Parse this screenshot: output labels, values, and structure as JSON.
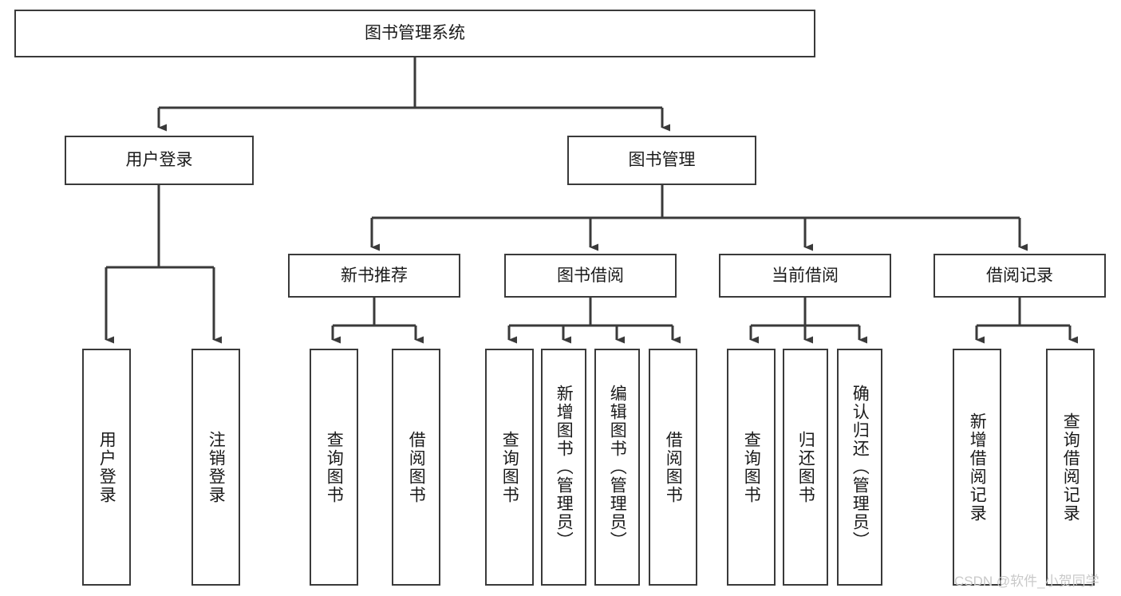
{
  "diagram": {
    "type": "tree-hierarchy-chart",
    "orientation": "top-down",
    "root": {
      "id": "root",
      "label": "图书管理系统"
    },
    "level2": [
      {
        "id": "user-login",
        "label": "用户登录"
      },
      {
        "id": "book-manage",
        "label": "图书管理"
      }
    ],
    "level3": [
      {
        "id": "new-book-recommend",
        "label": "新书推荐",
        "parent": "book-manage"
      },
      {
        "id": "book-borrow",
        "label": "图书借阅",
        "parent": "book-manage"
      },
      {
        "id": "current-borrow",
        "label": "当前借阅",
        "parent": "book-manage"
      },
      {
        "id": "borrow-record",
        "label": "借阅记录",
        "parent": "book-manage"
      }
    ],
    "leaves": [
      {
        "id": "leaf-user-login",
        "label": "用户登录",
        "parent": "user-login"
      },
      {
        "id": "leaf-logout-login",
        "label": "注销登录",
        "parent": "user-login"
      },
      {
        "id": "leaf-query-book-1",
        "label": "查询图书",
        "parent": "new-book-recommend"
      },
      {
        "id": "leaf-borrow-book-1",
        "label": "借阅图书",
        "parent": "new-book-recommend"
      },
      {
        "id": "leaf-query-book-2",
        "label": "查询图书",
        "parent": "book-borrow"
      },
      {
        "id": "leaf-add-book",
        "label": "新增图书（管理员）",
        "parent": "book-borrow"
      },
      {
        "id": "leaf-edit-book",
        "label": "编辑图书（管理员）",
        "parent": "book-borrow"
      },
      {
        "id": "leaf-borrow-book-2",
        "label": "借阅图书",
        "parent": "book-borrow"
      },
      {
        "id": "leaf-query-book-3",
        "label": "查询图书",
        "parent": "current-borrow"
      },
      {
        "id": "leaf-return-book",
        "label": "归还图书",
        "parent": "current-borrow"
      },
      {
        "id": "leaf-confirm-return",
        "label": "确认归还（管理员）",
        "parent": "current-borrow"
      },
      {
        "id": "leaf-add-record",
        "label": "新增借阅记录",
        "parent": "borrow-record"
      },
      {
        "id": "leaf-query-record",
        "label": "查询借阅记录",
        "parent": "borrow-record"
      }
    ]
  },
  "watermark": {
    "text": "CSDN @软件_小贺同学"
  },
  "colors": {
    "stroke": "#3a3a3a",
    "background": "#ffffff",
    "text": "#1a1a1a",
    "watermark": "#c9c9c9"
  }
}
